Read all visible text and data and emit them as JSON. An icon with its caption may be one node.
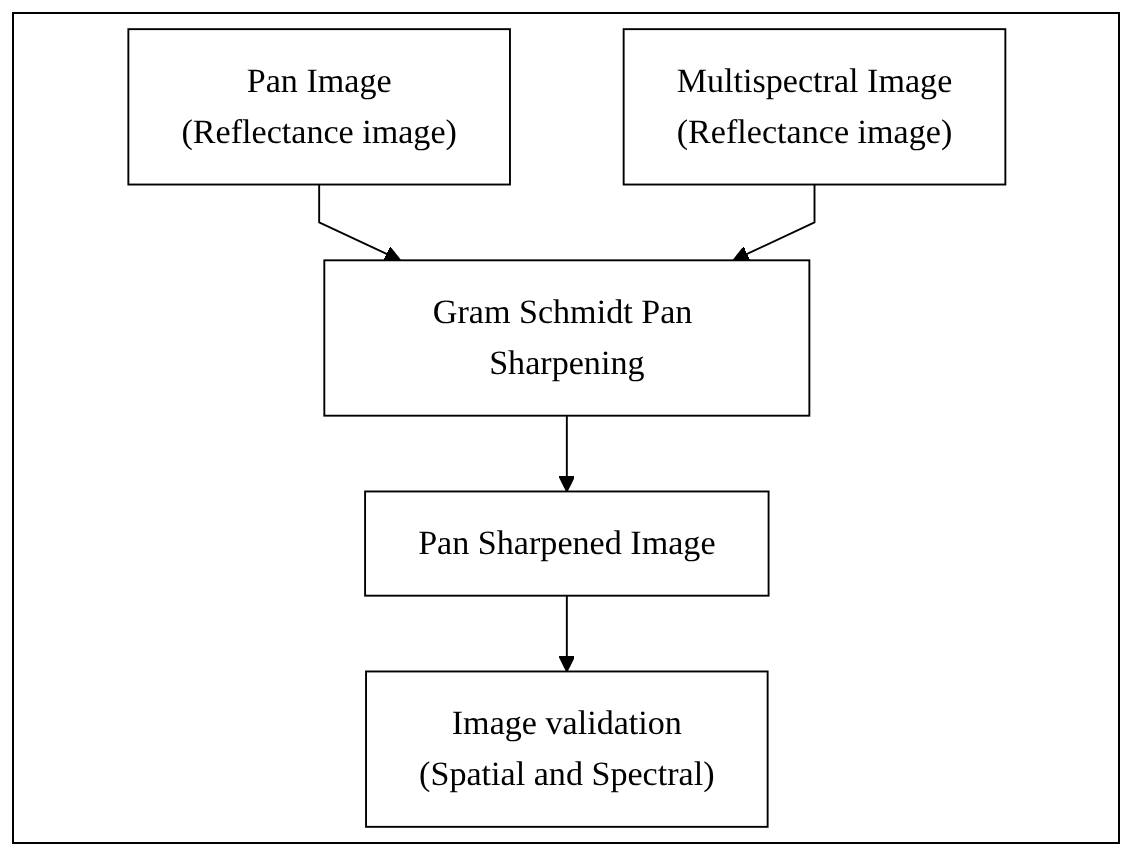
{
  "diagram": {
    "nodes": [
      {
        "text": [
          "Pan Image",
          "(Reflectance image)"
        ]
      },
      {
        "text": [
          "Multispectral Image",
          "(Reflectance image)"
        ]
      },
      {
        "text": [
          "Gram Schmidt Pan Sharpening"
        ]
      },
      {
        "text": [
          "Pan Sharpened Image"
        ]
      },
      {
        "text": [
          "Image validation",
          "(Spatial and Spectral)"
        ]
      }
    ],
    "edges": [
      {
        "from": 0,
        "to": 2,
        "arrow": "to"
      },
      {
        "from": 1,
        "to": 2,
        "arrow": "to"
      },
      {
        "from": 2,
        "to": 3,
        "arrow": "to"
      },
      {
        "from": 3,
        "to": 4,
        "arrow": "to"
      }
    ]
  }
}
